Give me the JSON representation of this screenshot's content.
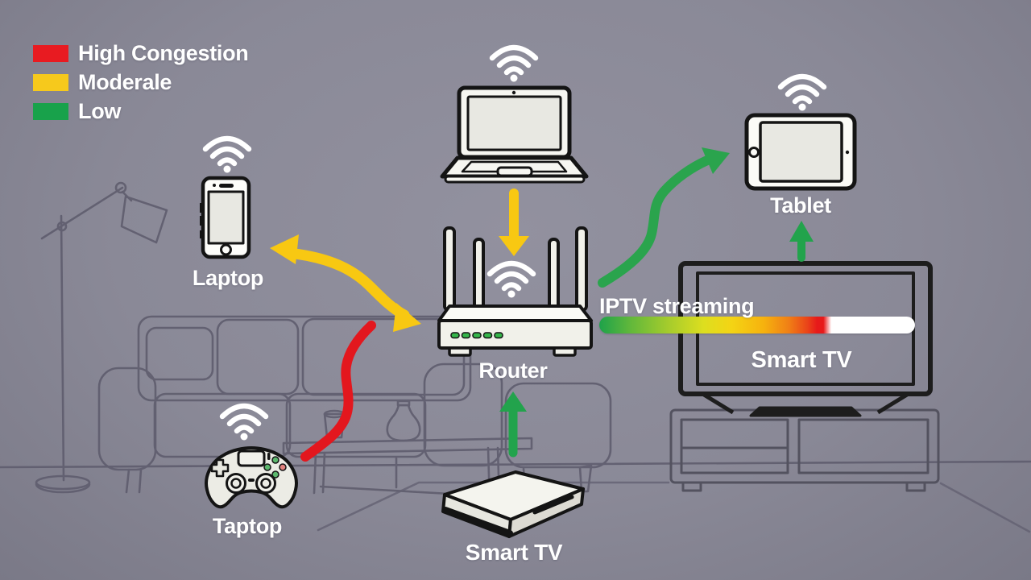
{
  "legend": {
    "items": [
      {
        "label": "High Congestion",
        "color": "#e81b21",
        "level": "high"
      },
      {
        "label": "Moderale",
        "color": "#f6c91c",
        "level": "moderate"
      },
      {
        "label": "Low",
        "color": "#18a24b",
        "level": "low"
      }
    ]
  },
  "devices": {
    "phone": {
      "label": "Laptop"
    },
    "router": {
      "label": "Router"
    },
    "tablet": {
      "label": "Tablet"
    },
    "tv": {
      "label": "Smart TV"
    },
    "gamepad": {
      "label": "Taptop"
    },
    "console": {
      "label": "Smart TV"
    }
  },
  "stream": {
    "label": "IPTV streaming",
    "bar": {
      "gradient_stops": [
        "#1ea24a",
        "#a6cc2c",
        "#f4d414",
        "#f07f16",
        "#e71a1a"
      ],
      "filled_ratio": 0.71,
      "rest_color": "#ffffff"
    }
  },
  "connections": [
    {
      "from": "laptop",
      "to": "router",
      "congestion": "moderate",
      "color": "#f8c812"
    },
    {
      "from": "router",
      "to": "phone",
      "congestion": "moderate",
      "color": "#f8c812"
    },
    {
      "from": "gamepad",
      "to": "router",
      "congestion": "high",
      "color": "#e3171e"
    },
    {
      "from": "console",
      "to": "router",
      "congestion": "low",
      "color": "#22a34c"
    },
    {
      "from": "router",
      "to": "tablet",
      "congestion": "low",
      "color": "#2aa44d"
    },
    {
      "from": "tv",
      "to": "tablet",
      "congestion": "low",
      "color": "#22a34c"
    }
  ],
  "colors": {
    "background": "#8a8997",
    "wifi_icon": "#ffffff",
    "device_fill": "#f2f2ec",
    "device_outline": "#141414",
    "furniture_outline": "#615f70",
    "text": "#ffffff"
  }
}
